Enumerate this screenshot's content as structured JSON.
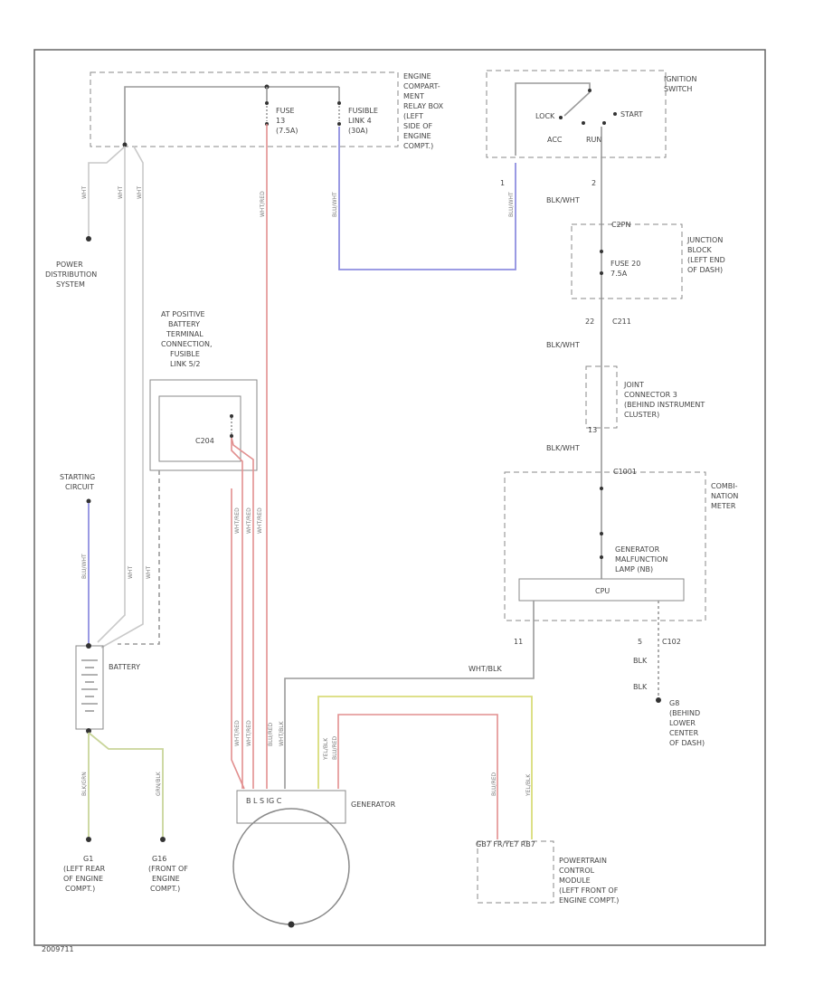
{
  "labels": {
    "engine_relay_box": [
      "ENGINE",
      "COMPART-",
      "MENT",
      "RELAY BOX",
      "(LEFT",
      "SIDE OF",
      "ENGINE",
      "COMPT.)"
    ],
    "ignition_switch": [
      "IGNITION",
      "SWITCH"
    ],
    "lock": "LOCK",
    "acc": "ACC",
    "run": "RUN",
    "start": "START",
    "fuse_13": [
      "FUSE",
      "13",
      "(7.5A)"
    ],
    "fusible_link": [
      "FUSIBLE",
      "LINK 4",
      "(30A)"
    ],
    "power_distribution": [
      "POWER",
      "DISTRIBUTION",
      "SYSTEM"
    ],
    "junction_block": [
      "JUNCTION",
      "BLOCK",
      "(LEFT END",
      "OF DASH)"
    ],
    "fuse_20": [
      "FUSE 20",
      "7.5A"
    ],
    "c_ipn": "C2PN",
    "c211": "C211",
    "pin_2": "2",
    "pin_1": "1",
    "pin_22": "22",
    "pin_13": "13",
    "pin_11": "11",
    "pin_5": "5",
    "blk_wht_1": "BLK/WHT",
    "blk_wht_2": "BLK/WHT",
    "blk_wht_3": "BLK/WHT",
    "joint_connector": [
      "JOINT",
      "CONNECTOR 3",
      "(BEHIND INSTRUMENT",
      "CLUSTER)"
    ],
    "c1001": "C1001",
    "combination_meter": [
      "COMBI-",
      "NATION",
      "METER"
    ],
    "gen_lamp": [
      "GENERATOR",
      "MALFUNCTION",
      "LAMP (NB)"
    ],
    "cpu": "CPU",
    "c102": "C102",
    "blk_1": "BLK",
    "blk_2": "BLK",
    "ground_g8": [
      "G8",
      "(BEHIND",
      "LOWER",
      "CENTER",
      "OF DASH)"
    ],
    "fusible_link_battery": [
      "AT POSITIVE",
      "BATTERY",
      "TERMINAL",
      "CONNECTION,",
      "FUSIBLE",
      "LINK 5/2"
    ],
    "c204": "C204",
    "starting_circuit": [
      "STARTING",
      "CIRCUIT"
    ],
    "battery": "BATTERY",
    "wht_blk": "WHT/BLK",
    "generator": "GENERATOR",
    "pcm": [
      "POWERTRAIN",
      "CONTROL",
      "MODULE",
      "(LEFT FRONT OF",
      "ENGINE COMPT.)"
    ],
    "pcm_pins": "GB7  FR/YE7  RB7",
    "g1": [
      "G1",
      "(LEFT REAR",
      "OF ENGINE",
      "COMPT.)"
    ],
    "g16": [
      "G16",
      "(FRONT OF",
      "ENGINE",
      "COMPT.)"
    ],
    "gen_pins": "B   L   S  IG  C",
    "footer_code": "2009711"
  },
  "wire_labels": {
    "wht_a": "WHT",
    "wht_b": "WHT",
    "wht_c": "WHT",
    "wht_red_1": "WHT/RED",
    "blu_wht_1": "BLU/WHT",
    "blu_wht_2": "BLU/WHT",
    "blu_red": "BLU/RED",
    "wht_d": "WHT",
    "wht_e": "WHT",
    "wht_red_2": "WHT/RED",
    "wht_red_3": "WHT/RED",
    "wht_red_4": "WHT/RED",
    "wht_red_5": "WHT/RED",
    "wht_red_6": "WHT/RED",
    "wht_blk_v": "WHT/BLK",
    "yel_blk": "YEL/BLK",
    "blu_red_2": "BLU/RED",
    "blu_red_3": "BLU/RED",
    "yel_blk_2": "YEL/BLK",
    "blk_grn": "BLK/GRN",
    "grn_blk": "GRN/BLK"
  },
  "colors": {
    "wire_red": "#e28f8f",
    "wire_blue": "#8f8fe0",
    "wire_yellow": "#d9dc7a",
    "wire_green": "#c9d59a",
    "wire_gray": "#9a9a9a"
  }
}
